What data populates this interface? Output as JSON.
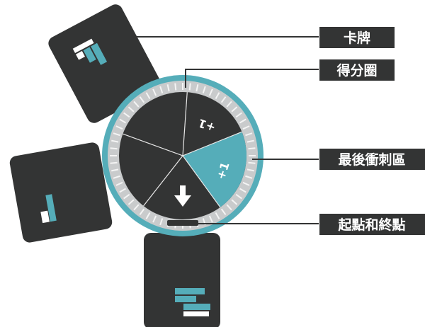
{
  "colors": {
    "dark": "#333434",
    "teal": "#55adb9",
    "light_ring": "#c9cbcc",
    "ring_ticks": "#f4f4f4",
    "leader": "#333434",
    "white": "#ffffff"
  },
  "callouts": [
    {
      "id": "card",
      "label": "卡牌"
    },
    {
      "id": "score-ring",
      "label": "得分圈"
    },
    {
      "id": "sprint",
      "label": "最後衝刺區"
    },
    {
      "id": "start-finish",
      "label": "起點和終點"
    }
  ],
  "wheel": {
    "segment_plus_one_label": "+1",
    "segment_plus_one_flipped_label": "+1",
    "segment_icon": "down-arrow-icon"
  },
  "cards": [
    {
      "id": "card-top",
      "icon": "card-bars-icon"
    },
    {
      "id": "card-left",
      "icon": "card-bars-icon"
    },
    {
      "id": "card-bottom",
      "icon": "card-bars-icon"
    }
  ]
}
